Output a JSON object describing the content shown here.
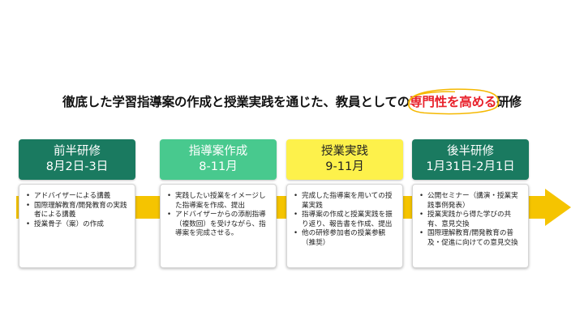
{
  "headline": {
    "before": "徹底した学習指導案の作成と授業実践を通じた、教員としての",
    "highlight": "専門性を高める",
    "after": "研修"
  },
  "stages": [
    {
      "title": "前半研修",
      "period": "8月2日-3日",
      "items": [
        "アドバイザーによる講義",
        "国際理解教育/開発教育の実践者による講義",
        "授業骨子（案）の作成"
      ]
    },
    {
      "title": "指導案作成",
      "period": "8-11月",
      "items": [
        "実践したい授業をイメージした指導案を作成、提出",
        "アドバイザーからの添削指導（複数回）を受けながら、指導案を完成させる。"
      ]
    },
    {
      "title": "授業実践",
      "period": "9-11月",
      "items": [
        "完成した指導案を用いての授業実践",
        "指導案の作成と授業実践を振り返り、報告書を作成、提出",
        "他の研修参加者の授業参観（推奨）"
      ]
    },
    {
      "title": "後半研修",
      "period": "1月31日-2月1日",
      "items": [
        "公開セミナー（講演・授業実践事例発表）",
        "授業実践から得た学びの共有、意見交換",
        "国際理解教育/開発教育の普及・促進に向けての意見交換"
      ]
    }
  ],
  "colors": {
    "dark_green": "#1a7a60",
    "light_green": "#48c98e",
    "yellow": "#fdf14b",
    "arrow": "#f5c400",
    "highlight_red": "#e8202a",
    "highlight_ring": "#f5b800"
  }
}
